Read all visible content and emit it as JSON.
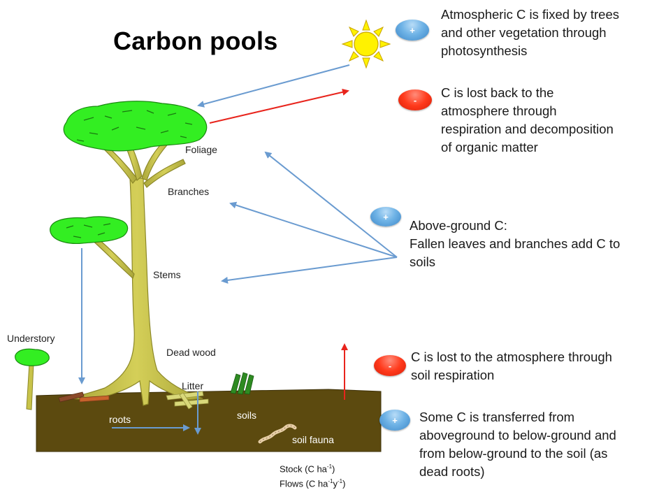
{
  "title": "Carbon pools",
  "pool_labels": {
    "foliage": "Foliage",
    "branches": "Branches",
    "stems": "Stems",
    "understory": "Understory",
    "dead_wood": "Dead wood",
    "litter": "Litter",
    "roots": "roots",
    "soils": "soils",
    "soil_fauna": "soil fauna"
  },
  "legend": {
    "stock_prefix": "Stock (C ha",
    "stock_exp": "-1",
    "stock_suffix": ")",
    "flows_prefix": "Flows (C ha",
    "flows_exp1": "-1",
    "flows_mid": "y",
    "flows_exp2": "-1",
    "flows_suffix": ")"
  },
  "processes": [
    {
      "sign": "+",
      "lines": [
        "Atmospheric C is fixed by trees",
        "and other vegetation through",
        "photosynthesis"
      ]
    },
    {
      "sign": "-",
      "lines": [
        "C is lost back to the",
        "atmosphere through",
        "respiration and decomposition",
        "of organic matter"
      ]
    },
    {
      "sign": "+",
      "lines": [
        "Above-ground C:",
        "Fallen leaves and branches add C to",
        "soils"
      ]
    },
    {
      "sign": "-",
      "lines": [
        "C is lost to the atmosphere through",
        "soil respiration"
      ]
    },
    {
      "sign": "+",
      "lines": [
        "Some C is transferred from",
        "aboveground to below-ground and",
        "from below-ground to the soil (as",
        "dead roots)"
      ]
    }
  ],
  "colors": {
    "foliage": "#33ee22",
    "trunk": "#c8c34a",
    "soil": "#5c4a0f",
    "uptake_arrow": "#6a9bd0",
    "loss_arrow": "#e8241c",
    "sun": "#fff200",
    "plus_badge": "#5aa3df",
    "minus_badge": "#ff3a1c"
  }
}
